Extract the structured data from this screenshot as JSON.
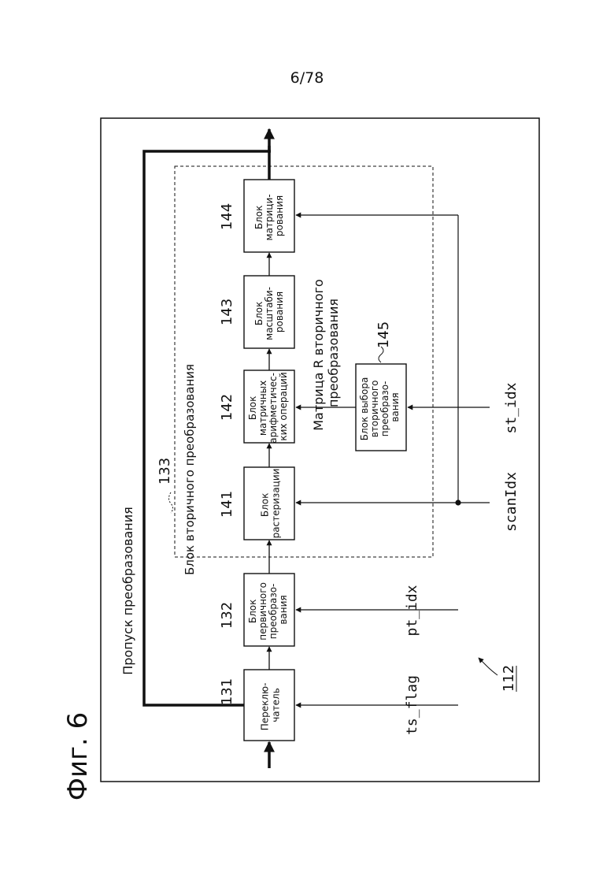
{
  "page_number": "6/78",
  "figure_label": "Фиг. 6",
  "device_ref": "112",
  "skip_label": "Пропуск преобразования",
  "secondary_group": {
    "ref": "133",
    "label": "Блок вторичного преобразования"
  },
  "matrix_label": [
    "Матрица R вторичного",
    "преобразования"
  ],
  "blocks": [
    {
      "ref": "131",
      "lines": [
        "Переклю-",
        "чатель"
      ]
    },
    {
      "ref": "132",
      "lines": [
        "Блок",
        "первичного",
        "преобразо-",
        "вания"
      ]
    },
    {
      "ref": "141",
      "lines": [
        "Блок",
        "растеризации"
      ]
    },
    {
      "ref": "142",
      "lines": [
        "Блок",
        "матричных",
        "арифметичес-",
        "ких операций"
      ]
    },
    {
      "ref": "143",
      "lines": [
        "Блок",
        "масштаби-",
        "рования"
      ]
    },
    {
      "ref": "144",
      "lines": [
        "Блок",
        "матрици-",
        "рования"
      ]
    },
    {
      "ref": "145",
      "lines": [
        "Блок выбора",
        "вторичного",
        "преобразо-",
        "вания"
      ]
    }
  ],
  "signals": {
    "ts_flag": "ts_flag",
    "pt_idx": "pt_idx",
    "scan_idx": "scanIdx",
    "st_idx": "st_idx"
  }
}
